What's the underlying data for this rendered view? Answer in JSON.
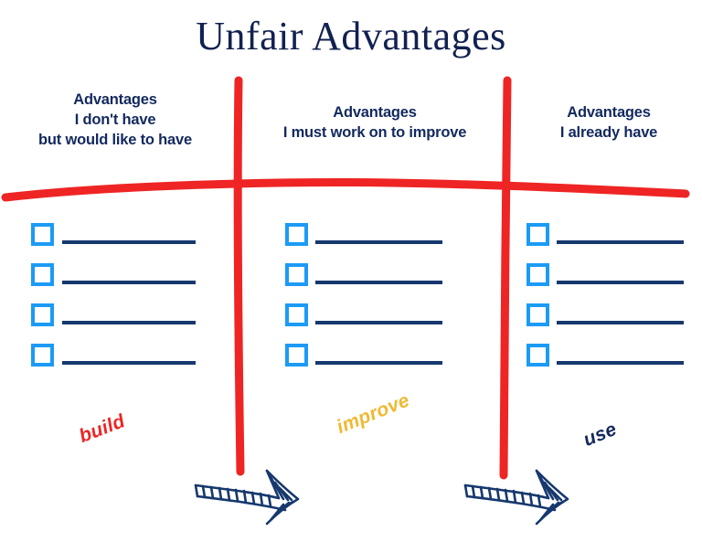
{
  "page": {
    "title": "Unfair Advantages",
    "background_color": "#ffffff"
  },
  "colors": {
    "navy": "#13295e",
    "title_navy": "#122150",
    "line_navy": "#16386e",
    "checkbox_blue": "#1b9bf5",
    "red": "#ee2524",
    "amber": "#f0b832"
  },
  "columns": [
    {
      "id": "col-1",
      "header_lines": [
        "Advantages",
        "I don't have",
        "but would like to have"
      ],
      "rows": [
        "",
        "",
        "",
        ""
      ],
      "action_word": "build",
      "action_word_color": "#ee2524"
    },
    {
      "id": "col-2",
      "header_lines": [
        "Advantages",
        "I must work on to improve"
      ],
      "rows": [
        "",
        "",
        "",
        ""
      ],
      "action_word": "improve",
      "action_word_color": "#f0b832"
    },
    {
      "id": "col-3",
      "header_lines": [
        "Advantages",
        "I already have"
      ],
      "rows": [
        "",
        "",
        "",
        ""
      ],
      "action_word": "use",
      "action_word_color": "#13295e"
    }
  ],
  "decorations": {
    "horizontal_rule": "red-hand-drawn-arc",
    "dividers": [
      "red-vertical-stroke-left",
      "red-vertical-stroke-right"
    ],
    "arrows": [
      "hatched-arrow-right",
      "hatched-arrow-right"
    ]
  }
}
